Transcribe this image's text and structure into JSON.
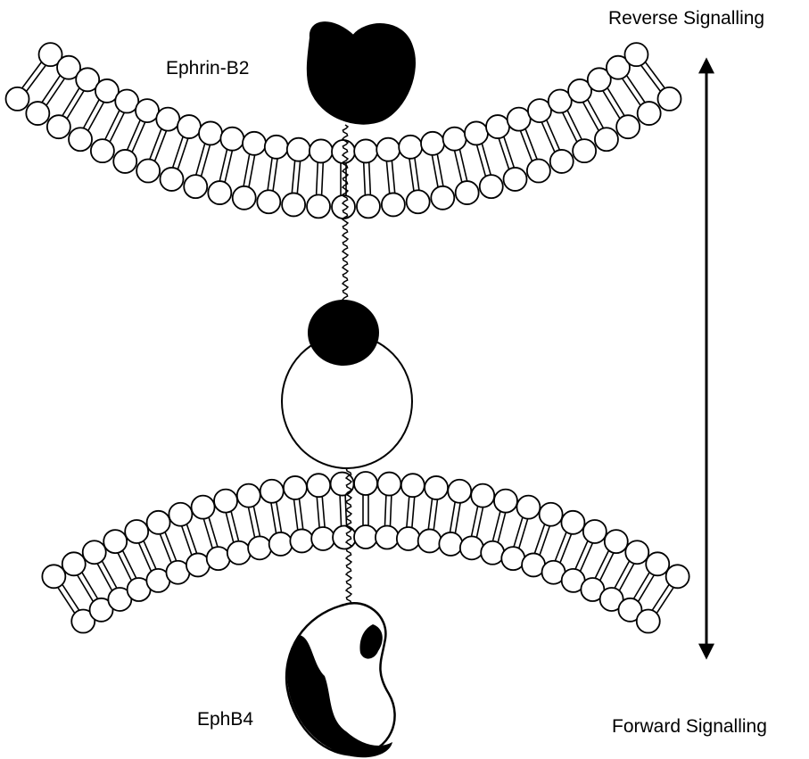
{
  "labels": {
    "ligand": "Ephrin-B2",
    "receptor": "EphB4",
    "reverse": "Reverse Signalling",
    "forward": "Forward Signalling"
  },
  "colors": {
    "ink": "#000000",
    "paper": "#ffffff"
  }
}
